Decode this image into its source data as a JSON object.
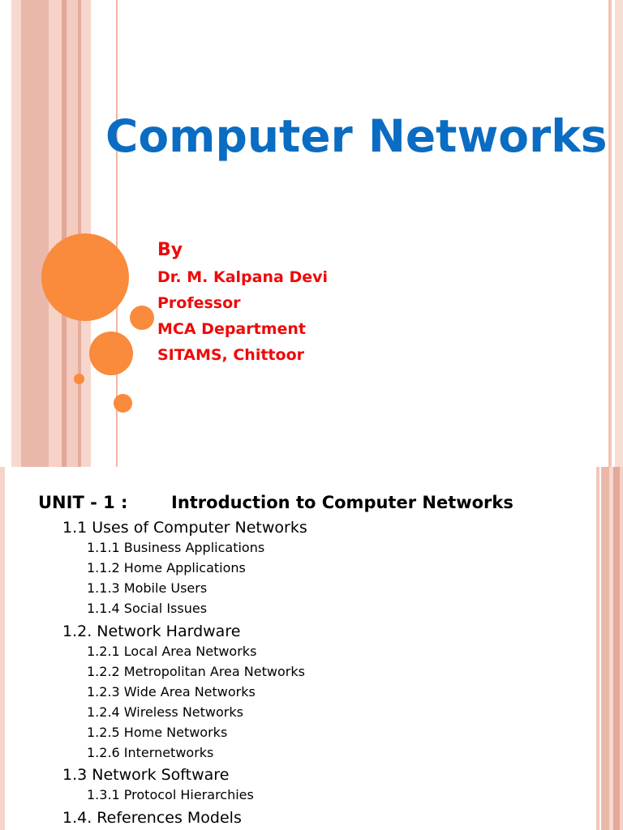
{
  "colors": {
    "title_blue": "#0a6cc2",
    "author_red": "#ee0a0a",
    "accent_orange": "#fa8a3c",
    "stripe_salmon": "#f2c2b5"
  },
  "slide1": {
    "title": "Computer Networks",
    "by": "By",
    "author_lines": [
      "Dr. M. Kalpana Devi",
      "Professor",
      "MCA Department",
      "SITAMS, Chittoor"
    ]
  },
  "slide2": {
    "unit_label": "UNIT - 1 :",
    "unit_title": "Introduction to Computer Networks",
    "sections": [
      {
        "title": "1.1 Uses of Computer Networks",
        "items": [
          "1.1.1 Business Applications",
          "1.1.2 Home Applications",
          "1.1.3 Mobile Users",
          "1.1.4 Social Issues"
        ]
      },
      {
        "title": "1.2. Network Hardware",
        "items": [
          "1.2.1 Local Area Networks",
          "1.2.2 Metropolitan Area Networks",
          "1.2.3 Wide Area Networks",
          "1.2.4 Wireless Networks",
          "1.2.5 Home Networks",
          "1.2.6 Internetworks"
        ]
      },
      {
        "title": "1.3 Network Software",
        "items": [
          "1.3.1 Protocol Hierarchies"
        ]
      },
      {
        "title": "1.4. References Models",
        "items": []
      }
    ]
  }
}
